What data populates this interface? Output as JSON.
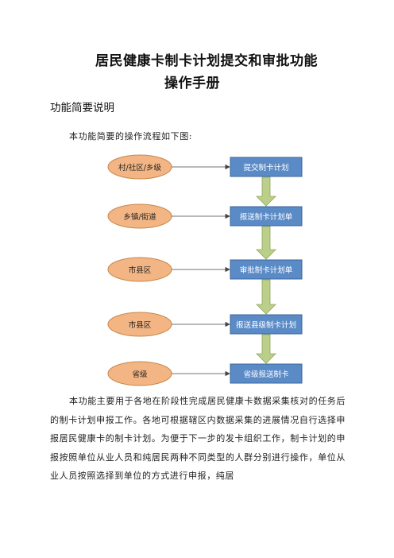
{
  "title_line1": "居民健康卡制卡计划提交和审批功能",
  "title_line2": "操作手册",
  "section_heading": "功能简要说明",
  "intro_text": "本功能简要的操作流程如下图:",
  "flow": {
    "left_nodes": [
      "村/社区/乡级",
      "乡镇/街道",
      "市县区",
      "市县区",
      "省级"
    ],
    "right_nodes": [
      "提交制卡计划",
      "报送制卡计划单",
      "审批制卡计划单",
      "报送县级制卡计划",
      "省级报送制卡"
    ],
    "colors": {
      "oval_fill": "#f2b583",
      "oval_stroke": "#c8884c",
      "box_fill": "#5b8bc7",
      "box_stroke": "#3c669a",
      "arrow_fill": "#bccf8a",
      "arrow_stroke": "#8ea65a"
    }
  },
  "body_text": "本功能主要用于各地在阶段性完成居民健康卡数据采集核对的任务后的制卡计划申报工作。各地可根据辖区内数据采集的进展情况自行选择申报居民健康卡的制卡计划。为便于下一步的发卡组织工作，制卡计划的申报按照单位从业人员和纯居民两种不同类型的人群分别进行操作，单位从业人员按照选择到单位的方式进行申报，纯居"
}
